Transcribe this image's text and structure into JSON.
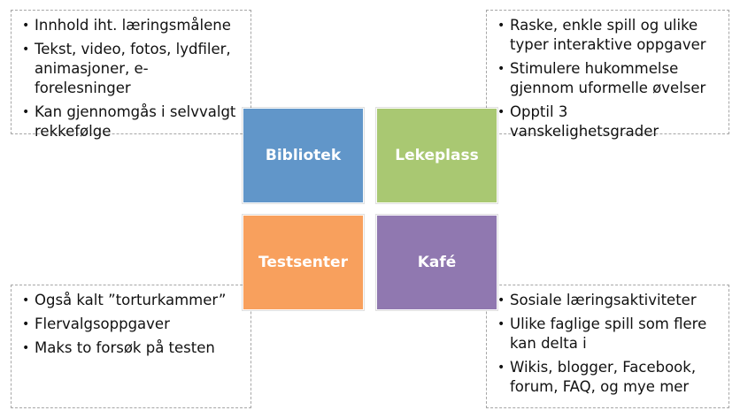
{
  "tiles": {
    "bibliotek": {
      "label": "Bibliotek",
      "color": "#6196c9"
    },
    "lekeplass": {
      "label": "Lekeplass",
      "color": "#a9c872"
    },
    "testsenter": {
      "label": "Testsenter",
      "color": "#f8a05d"
    },
    "kafe": {
      "label": "Kafé",
      "color": "#9078b0"
    }
  },
  "notes": {
    "bibliotek": [
      "Innhold iht. læringsmålene",
      "Tekst, video, fotos, lydfiler, animasjoner, e-forelesninger",
      "Kan gjennomgås i selvvalgt rekkefølge"
    ],
    "lekeplass": [
      "Raske, enkle spill og ulike typer interaktive oppgaver",
      "Stimulere hukommelse gjennom uformelle øvelser",
      "Opptil 3 vanskelighetsgrader"
    ],
    "testsenter": [
      "Også kalt ”torturkammer”",
      "Flervalgsoppgaver",
      "Maks to forsøk på testen"
    ],
    "kafe": [
      "Sosiale læringsaktiviteter",
      "Ulike faglige spill som flere kan delta i",
      "Wikis, blogger, Facebook, forum, FAQ, og mye mer"
    ]
  }
}
